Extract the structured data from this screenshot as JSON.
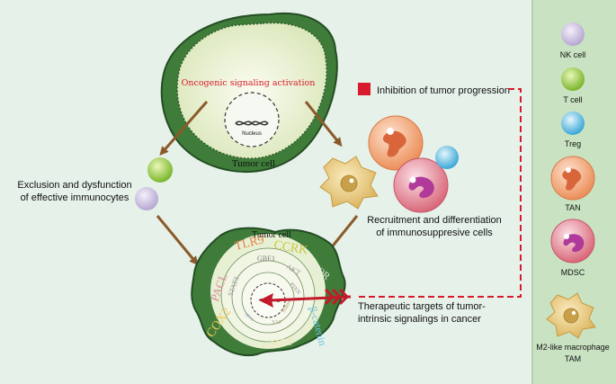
{
  "tumor_cell_top": {
    "signal_label": "Oncogenic signaling activation",
    "nucleus_label": "Nucleus",
    "cell_label": "Tumor cell"
  },
  "inhibition_label": "Inhibition of tumor progression",
  "exclusion_label": [
    "Exclusion and dysfunction",
    "of effective immunocytes"
  ],
  "recruitment_label": [
    "Recruitment and differentiation",
    "of immunosuppresive cells"
  ],
  "therapeutic_label": [
    "Therapeutic targets of tumor-",
    "intrinsic signalings in cancer"
  ],
  "tumor_cell_bottom": {
    "cell_label": "Tumor cell",
    "ring_labels": [
      "TLR9",
      "CCRK",
      "mTOR",
      "PACL",
      "COX2",
      "c-MET",
      "β-catenin",
      "STAT3",
      "GBE1",
      "AKT",
      "PTEN",
      "Hippo",
      "YAP",
      "MYC"
    ]
  },
  "legend": [
    {
      "label": "NK cell",
      "icon": "nk-cell-icon"
    },
    {
      "label": "T cell",
      "icon": "t-cell-icon"
    },
    {
      "label": "Treg",
      "icon": "treg-icon"
    },
    {
      "label": "TAN",
      "icon": "tan-icon"
    },
    {
      "label": "MDSC",
      "icon": "mdsc-icon"
    },
    {
      "label": "M2-like macrophage",
      "label2": "TAM",
      "icon": "tam-icon"
    }
  ],
  "colors": {
    "background": "#e6f1ea",
    "legend_bg": "#c9e3c2",
    "cell_green": "#2e6b34",
    "cytoplasm": "#e8f0d4",
    "arrow_brown": "#8b5a2b",
    "red": "#d81b2c"
  }
}
